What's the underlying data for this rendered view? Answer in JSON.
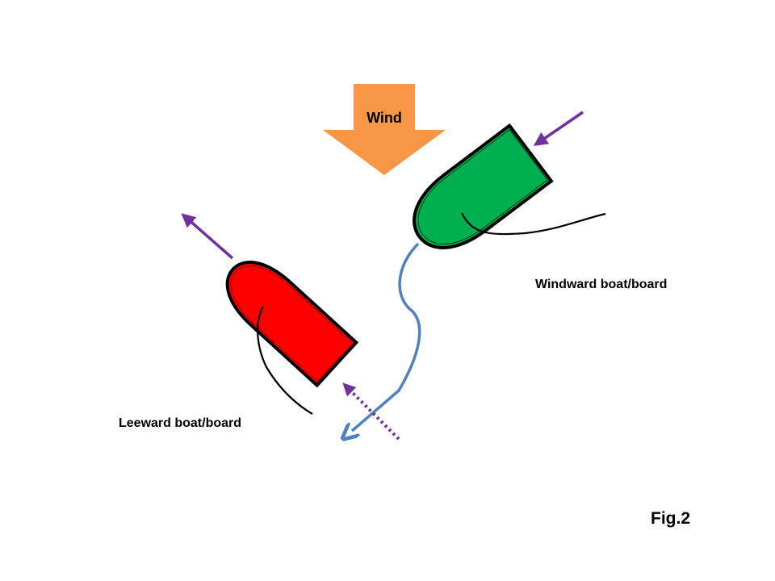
{
  "diagram": {
    "wind": {
      "label": "Wind",
      "color": "#F79646",
      "direction": "down"
    },
    "windward_boat": {
      "label": "Windward boat/board",
      "color": "#00B050",
      "outline": "#000000"
    },
    "leeward_boat": {
      "label": "Leeward boat/board",
      "color": "#FF0000",
      "outline": "#000000"
    },
    "arrows": {
      "windward_heading_color": "#7030A0",
      "leeward_heading_color": "#7030A0",
      "dotted_arrow_color": "#7030A0",
      "wake_path_color": "#4F81BD"
    },
    "figure_label": "Fig.2"
  }
}
